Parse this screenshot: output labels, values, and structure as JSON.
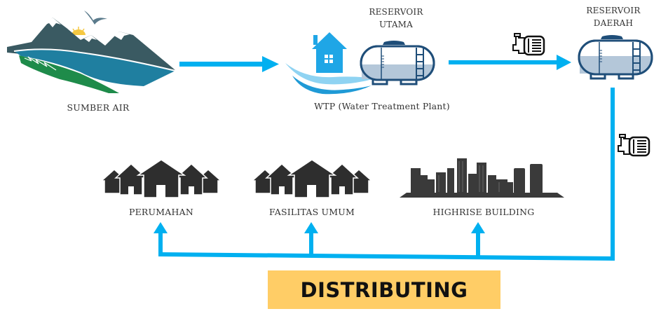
{
  "diagram": {
    "title": "Water distribution flow",
    "nodes": {
      "source": {
        "label": "SUMBER AIR",
        "icon": "mountain-river-icon"
      },
      "wtp": {
        "label": "WTP (Water Treatment Plant)",
        "icon": "water-treatment-house-icon"
      },
      "main_reservoir": {
        "label_line1": "RESERVOIR",
        "label_line2": "UTAMA",
        "icon": "tank-icon"
      },
      "regional_reservoir": {
        "label_line1": "RESERVOIR",
        "label_line2": "DAERAH",
        "icon": "tank-icon"
      },
      "housing": {
        "label": "PERUMAHAN",
        "icon": "houses-icon"
      },
      "public_facilities": {
        "label": "FASILITAS UMUM",
        "icon": "houses-icon"
      },
      "highrise": {
        "label": "HIGHRISE BUILDING",
        "icon": "city-skyline-icon"
      }
    },
    "pumps": [
      "pump-icon",
      "pump-icon"
    ],
    "edges": [
      {
        "from": "SUMBER AIR",
        "to": "WTP"
      },
      {
        "from": "RESERVOIR UTAMA",
        "to": "RESERVOIR DAERAH",
        "via": "pump"
      },
      {
        "from": "RESERVOIR DAERAH",
        "to": "PERUMAHAN",
        "via": "pump"
      },
      {
        "from": "RESERVOIR DAERAH",
        "to": "FASILITAS UMUM",
        "via": "pump"
      },
      {
        "from": "RESERVOIR DAERAH",
        "to": "HIGHRISE BUILDING",
        "via": "pump"
      }
    ],
    "banner": {
      "label": "DISTRIBUTING"
    },
    "colors": {
      "pipe": "#00B0F0",
      "banner_bg": "#FFCD66",
      "tank": "#1F4E79",
      "water_fill": "#B4C7D9",
      "mountain": "#3A5A62",
      "river": "#1F7FA0",
      "grass": "#1E8B4A",
      "silhouette": "#2E2E2E"
    }
  }
}
